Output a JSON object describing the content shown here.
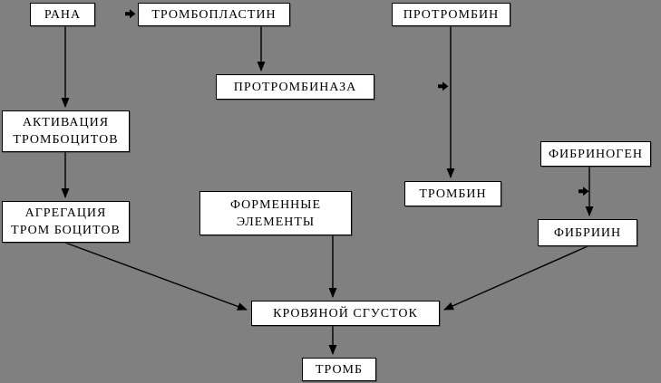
{
  "colors": {
    "background": "#808080",
    "box_fill": "#ffffff",
    "box_border": "#000000",
    "arrow": "#000000"
  },
  "nodes": {
    "rana": {
      "label": "РАНА"
    },
    "tromboplastin": {
      "label": "ТРОМБОПЛАСТИН"
    },
    "protrombin": {
      "label": "ПРОТРОМБИН"
    },
    "protrombinaza": {
      "label": "ПРОТРОМБИНАЗА"
    },
    "aktivacia": {
      "label": "АКТИВАЦИЯ\nТРОМБОЦИТОВ"
    },
    "agregacia": {
      "label": "АГРЕГАЦИЯ\nТРОМ БОЦИТОВ"
    },
    "formennye": {
      "label": "ФОРМЕННЫЕ\nЭЛЕМЕНТЫ"
    },
    "trombin": {
      "label": "ТРОМБИН"
    },
    "fibrinogen": {
      "label": "ФИБРИНОГЕН"
    },
    "fibriin": {
      "label": "ФИБРИИН"
    },
    "sgustok": {
      "label": "КРОВЯНОЙ СГУСТОК"
    },
    "tromb": {
      "label": "ТРОМБ"
    }
  },
  "edges": [
    {
      "from": "rana",
      "to": "tromboplastin",
      "style": "small-right-arrow"
    },
    {
      "from": "rana",
      "to": "aktivacia",
      "style": "arrow-down"
    },
    {
      "from": "tromboplastin",
      "to": "protrombinaza",
      "style": "arrow-down"
    },
    {
      "from": "protrombin",
      "to": "trombin",
      "style": "arrow-down",
      "side_input": "small-right-arrow"
    },
    {
      "from": "aktivacia",
      "to": "agregacia",
      "style": "arrow-down"
    },
    {
      "from": "fibrinogen",
      "to": "fibriin",
      "style": "arrow-down",
      "side_input": "small-right-arrow"
    },
    {
      "from": "agregacia",
      "to": "sgustok",
      "style": "arrow-diagonal"
    },
    {
      "from": "formennye",
      "to": "sgustok",
      "style": "arrow-down"
    },
    {
      "from": "fibriin",
      "to": "sgustok",
      "style": "arrow-diagonal"
    },
    {
      "from": "sgustok",
      "to": "tromb",
      "style": "arrow-down"
    }
  ],
  "icons": [
    {
      "name": "small-right-arrow-icon",
      "near": "tromboplastin"
    },
    {
      "name": "small-right-arrow-icon",
      "near": "protrombin-trombin-line"
    },
    {
      "name": "small-right-arrow-icon",
      "near": "fibrinogen-fibriin-line"
    }
  ]
}
